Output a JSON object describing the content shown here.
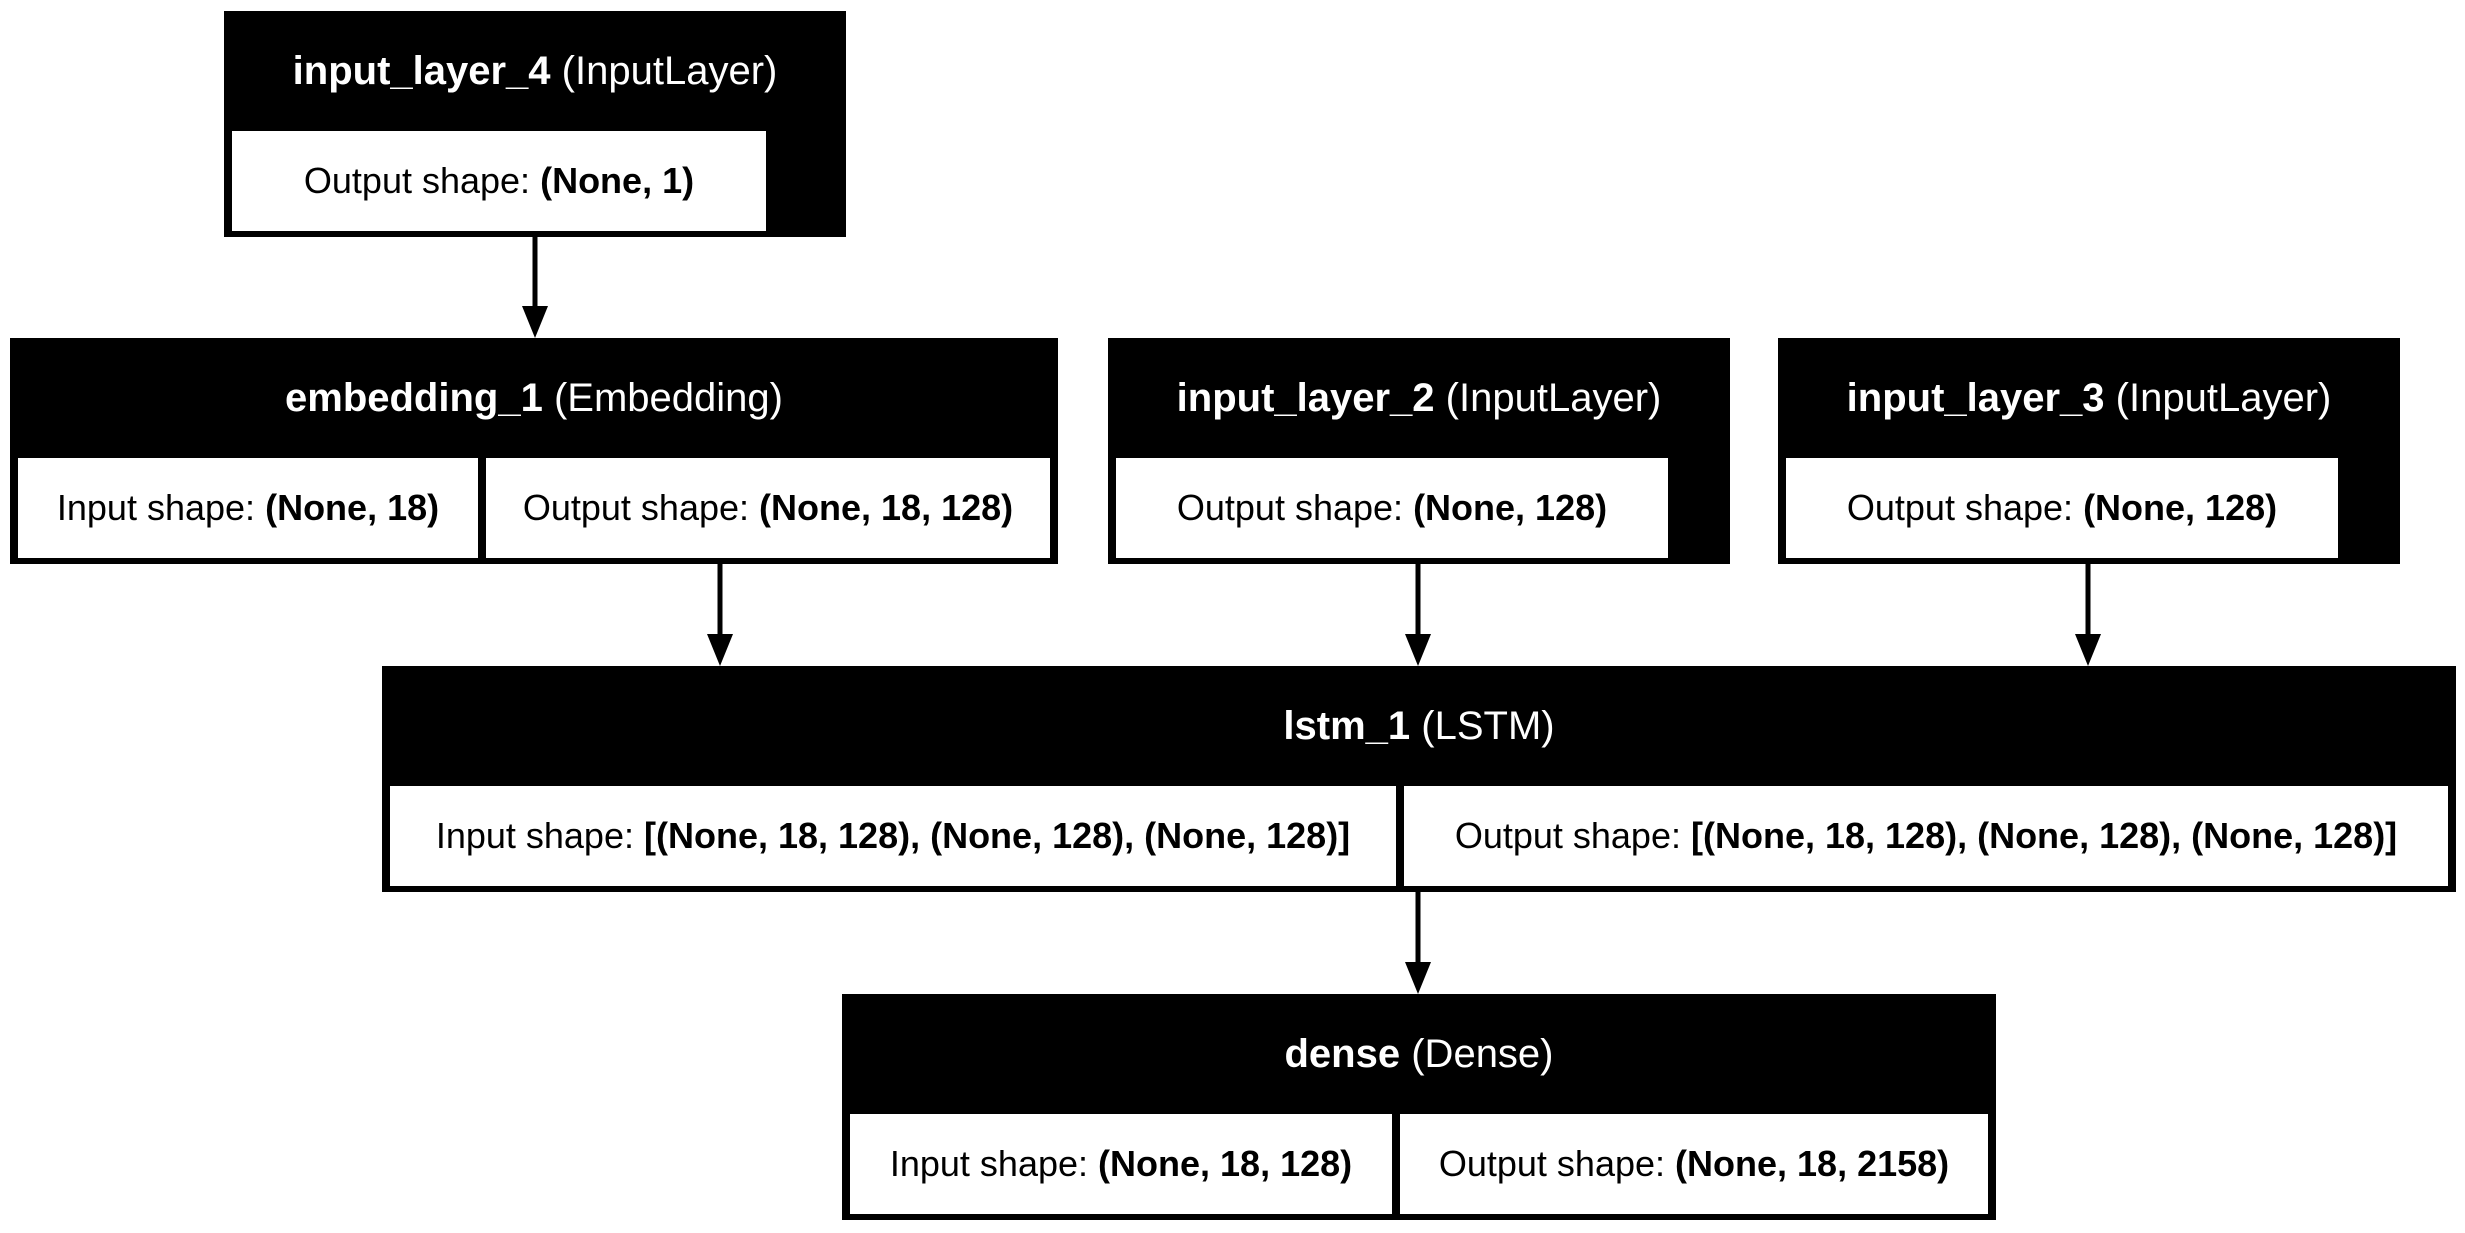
{
  "colors": {
    "node_background": "#000000",
    "node_title_text": "#ffffff",
    "cell_background": "#ffffff",
    "cell_text": "#000000",
    "edge": "#000000"
  },
  "nodes": {
    "input_layer_4": {
      "name": "input_layer_4",
      "type": "(InputLayer)",
      "output_label": "Output shape:",
      "output_value": "(None, 1)"
    },
    "embedding_1": {
      "name": "embedding_1",
      "type": "(Embedding)",
      "input_label": "Input shape:",
      "input_value": "(None, 18)",
      "output_label": "Output shape:",
      "output_value": "(None, 18, 128)"
    },
    "input_layer_2": {
      "name": "input_layer_2",
      "type": "(InputLayer)",
      "output_label": "Output shape:",
      "output_value": "(None, 128)"
    },
    "input_layer_3": {
      "name": "input_layer_3",
      "type": "(InputLayer)",
      "output_label": "Output shape:",
      "output_value": "(None, 128)"
    },
    "lstm_1": {
      "name": "lstm_1",
      "type": "(LSTM)",
      "input_label": "Input shape:",
      "input_value": "[(None, 18, 128), (None, 128), (None, 128)]",
      "output_label": "Output shape:",
      "output_value": "[(None, 18, 128), (None, 128), (None, 128)]"
    },
    "dense": {
      "name": "dense",
      "type": "(Dense)",
      "input_label": "Input shape:",
      "input_value": "(None, 18, 128)",
      "output_label": "Output shape:",
      "output_value": "(None, 18, 2158)"
    }
  },
  "edges": [
    {
      "from": "input_layer_4",
      "to": "embedding_1"
    },
    {
      "from": "embedding_1",
      "to": "lstm_1"
    },
    {
      "from": "input_layer_2",
      "to": "lstm_1"
    },
    {
      "from": "input_layer_3",
      "to": "lstm_1"
    },
    {
      "from": "lstm_1",
      "to": "dense"
    }
  ]
}
